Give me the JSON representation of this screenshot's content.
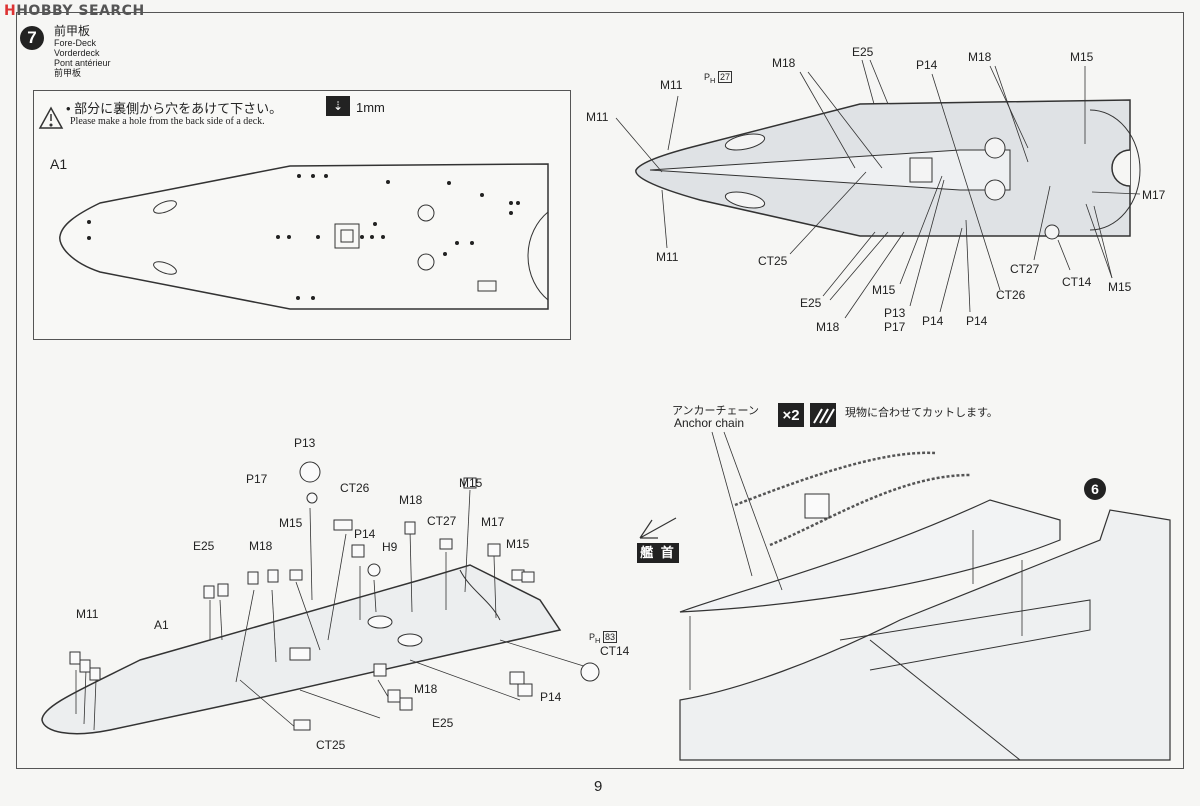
{
  "watermark": "HOBBY SEARCH",
  "step": {
    "number": "7",
    "title_jp": "前甲板",
    "title_en": "Fore-Deck",
    "title_de": "Vorderdeck",
    "title_fr": "Pont antérieur",
    "title_cn": "前甲板"
  },
  "note": {
    "text_jp": "• 部分に裏側から穴をあけて下さい。",
    "text_en": "Please make a hole from the back side of a deck.",
    "drill_size": "1mm",
    "part": "A1"
  },
  "ref_top": {
    "p": "P",
    "h": "H",
    "num": "27"
  },
  "ref_bottom": {
    "p": "P",
    "h": "H",
    "num": "83"
  },
  "top_right_labels": {
    "m11_top": "M11",
    "m11_left": "M11",
    "m11_bottom": "M11",
    "m18_a": "M18",
    "e25_top": "E25",
    "p14_top": "P14",
    "m18_b": "M18",
    "m15_top": "M15",
    "m17": "M17",
    "ct25": "CT25",
    "e25_bottom": "E25",
    "m18_bottom": "M18",
    "m15_bottom": "M15",
    "p13": "P13",
    "p17": "P17",
    "p14_a": "P14",
    "p14_b": "P14",
    "ct26": "CT26",
    "ct27": "CT27",
    "ct14": "CT14",
    "m15_right": "M15"
  },
  "bottom_left_labels": {
    "p13": "P13",
    "p17": "P17",
    "ct26": "CT26",
    "m18_top": "M18",
    "m15_top": "M15",
    "p14": "P14",
    "h9": "H9",
    "ct27": "CT27",
    "m17": "M17",
    "m15_left": "M15",
    "m15_right": "M15",
    "e25_left": "E25",
    "m18_left": "M18",
    "m11": "M11",
    "a1": "A1",
    "ct14": "CT14",
    "m18_bottom": "M18",
    "e25_bottom": "E25",
    "p14_bottom": "P14",
    "ct25": "CT25"
  },
  "anchor": {
    "label_jp": "アンカーチェーン",
    "label_en": "Anchor chain",
    "quantity": "×2",
    "cut_note": "現物に合わせてカットします。",
    "bow_label": "艦 首",
    "next_step": "6"
  },
  "page_number": "9"
}
